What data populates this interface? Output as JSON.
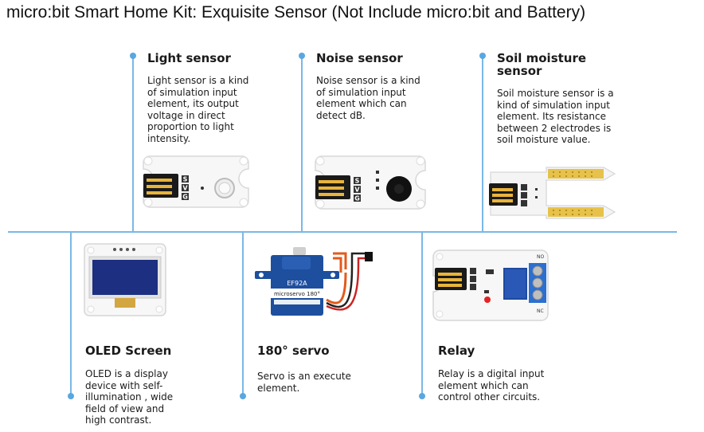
{
  "page": {
    "title": "micro:bit Smart Home Kit: Exquisite Sensor (Not Include micro:bit and Battery)"
  },
  "top_sensors": [
    {
      "title": "Light sensor",
      "description": "Light sensor is a kind of simulation input element, its output voltage in direct proportion to light intensity."
    },
    {
      "title": "Noise sensor",
      "description": "Noise sensor is a kind of simulation input element which can detect dB."
    },
    {
      "title": "Soil moisture sensor",
      "description": "Soil moisture sensor is a kind of simulation input element. Its resistance between 2 electrodes is soil moisture value."
    }
  ],
  "bottom_modules": [
    {
      "title": "OLED Screen",
      "description": "OLED is a display device with self-illumination , wide field of view and high contrast."
    },
    {
      "title": "180° servo",
      "description": "Servo is an execute element."
    },
    {
      "title": "Relay",
      "description": "Relay is a digital input element which can control other circuits."
    }
  ],
  "labels": {
    "pin_s": "S",
    "pin_v": "V",
    "pin_g": "G",
    "servo_model": "EF92A",
    "servo_name": "microservo 180°",
    "relay_no": "NO",
    "relay_nc": "NC"
  },
  "colors": {
    "accent_line": "#7ab8e6",
    "dot": "#5aa7e0",
    "servo_blue": "#1d4f9e",
    "oled_screen": "#1c2f80",
    "electrode_gold": "#e6c24a"
  },
  "icons": [
    "light-sensor-board",
    "noise-sensor-board",
    "soil-moisture-sensor-board",
    "oled-screen-module",
    "servo-motor",
    "relay-module"
  ]
}
